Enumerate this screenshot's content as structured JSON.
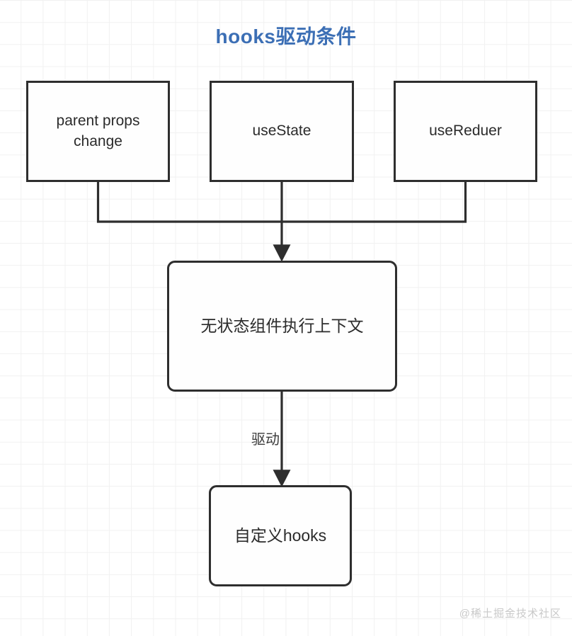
{
  "diagram": {
    "title": "hooks驱动条件",
    "title_color": "#3c6fb5",
    "background": "#ffffff",
    "grid_color": "#f1f1f1",
    "node_border_color": "#2e2e2e",
    "node_fill": "#fefefe",
    "nodes": [
      {
        "id": "parent-props-change",
        "label": "parent props change",
        "shape": "rectangle"
      },
      {
        "id": "use-state",
        "label": "useState",
        "shape": "rectangle"
      },
      {
        "id": "use-reducer",
        "label": "useReduer",
        "shape": "rectangle"
      },
      {
        "id": "stateless-component-context",
        "label": "无状态组件执行上下文",
        "shape": "rounded-rectangle"
      },
      {
        "id": "custom-hooks",
        "label": "自定义hooks",
        "shape": "rounded-rectangle"
      }
    ],
    "edges": [
      {
        "from": "parent-props-change",
        "to": "stateless-component-context",
        "label": ""
      },
      {
        "from": "use-state",
        "to": "stateless-component-context",
        "label": ""
      },
      {
        "from": "use-reducer",
        "to": "stateless-component-context",
        "label": ""
      },
      {
        "from": "stateless-component-context",
        "to": "custom-hooks",
        "label": "驱动"
      }
    ],
    "edge_labels": {
      "drive": "驱动"
    }
  },
  "watermark": {
    "text": "@稀土掘金技术社区"
  }
}
